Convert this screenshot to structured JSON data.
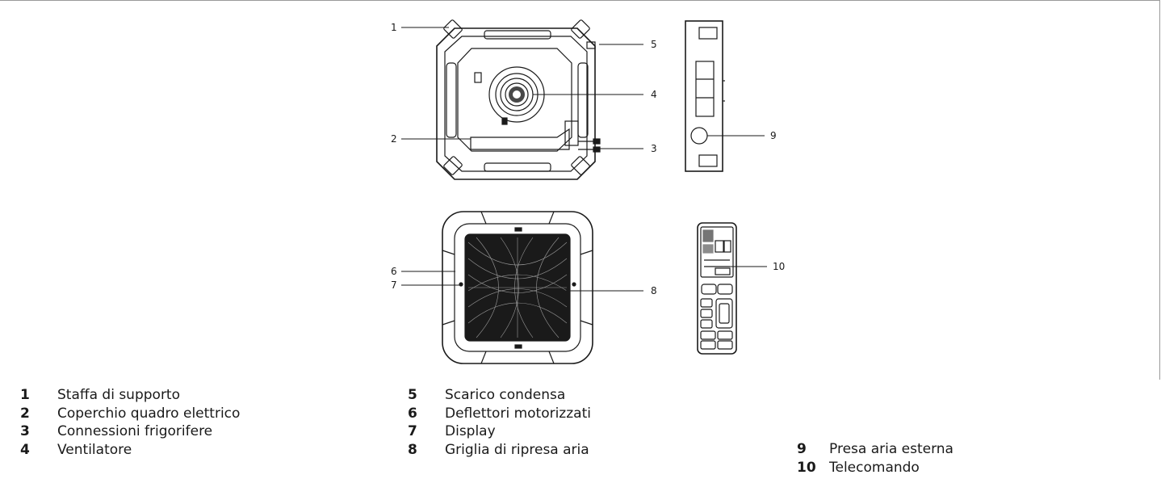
{
  "callouts": {
    "c1": "1",
    "c2": "2",
    "c3": "3",
    "c4": "4",
    "c5": "5",
    "c6": "6",
    "c7": "7",
    "c8": "8",
    "c9": "9",
    "c10": "10"
  },
  "legend": {
    "items": [
      {
        "num": "1",
        "label": "Staffa di supporto"
      },
      {
        "num": "2",
        "label": "Coperchio quadro elettrico"
      },
      {
        "num": "3",
        "label": "Connessioni frigorifere"
      },
      {
        "num": "4",
        "label": "Ventilatore"
      },
      {
        "num": "5",
        "label": "Scarico condensa"
      },
      {
        "num": "6",
        "label": "Deflettori motorizzati"
      },
      {
        "num": "7",
        "label": "Display"
      },
      {
        "num": "8",
        "label": "Griglia di ripresa aria"
      },
      {
        "num": "9",
        "label": "Presa aria esterna"
      },
      {
        "num": "10",
        "label": "Telecomando"
      }
    ]
  }
}
